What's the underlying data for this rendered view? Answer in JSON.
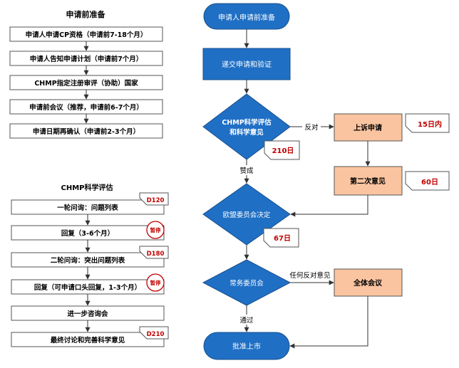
{
  "left": {
    "prep_title": "申请前准备",
    "prep_steps": [
      "申请人申请CP资格（申请前7-18个月）",
      "申请人告知申请计划（申请前7个月）",
      "CHMP指定注册审评（协助）国家",
      "申请前会议（推荐，申请前6-7个月）",
      "申请日期再确认（申请前2-3个月）"
    ],
    "eval_title": "CHMP科学评估",
    "eval_steps": [
      "一轮问询：问题列表",
      "回复（3-6个月）",
      "二轮问询：突出问题列表",
      "回复（可申请口头回复，1-3个月）",
      "进一步咨询会",
      "最终讨论和完善科学意见"
    ],
    "tags": {
      "d120": "D120",
      "d180": "D180",
      "d210": "D210",
      "pause": "暂停"
    }
  },
  "flow": {
    "start": "申请人申请前准备",
    "submit": "递交申请和验证",
    "chmp_line1": "CHMP科学评估",
    "chmp_line2": "和科学意见",
    "oppose": "反对",
    "appeal": "上诉申请",
    "appeal_days": "15日内",
    "days_210": "210日",
    "second_opinion": "第二次意见",
    "days_60": "60日",
    "approve_label": "赞成",
    "eu_decision": "欧盟委员会决定",
    "days_67": "67日",
    "standing": "常务委员会",
    "any_objection": "任何反对意见",
    "plenary": "全体会议",
    "pass": "通过",
    "final": "批准上市"
  }
}
